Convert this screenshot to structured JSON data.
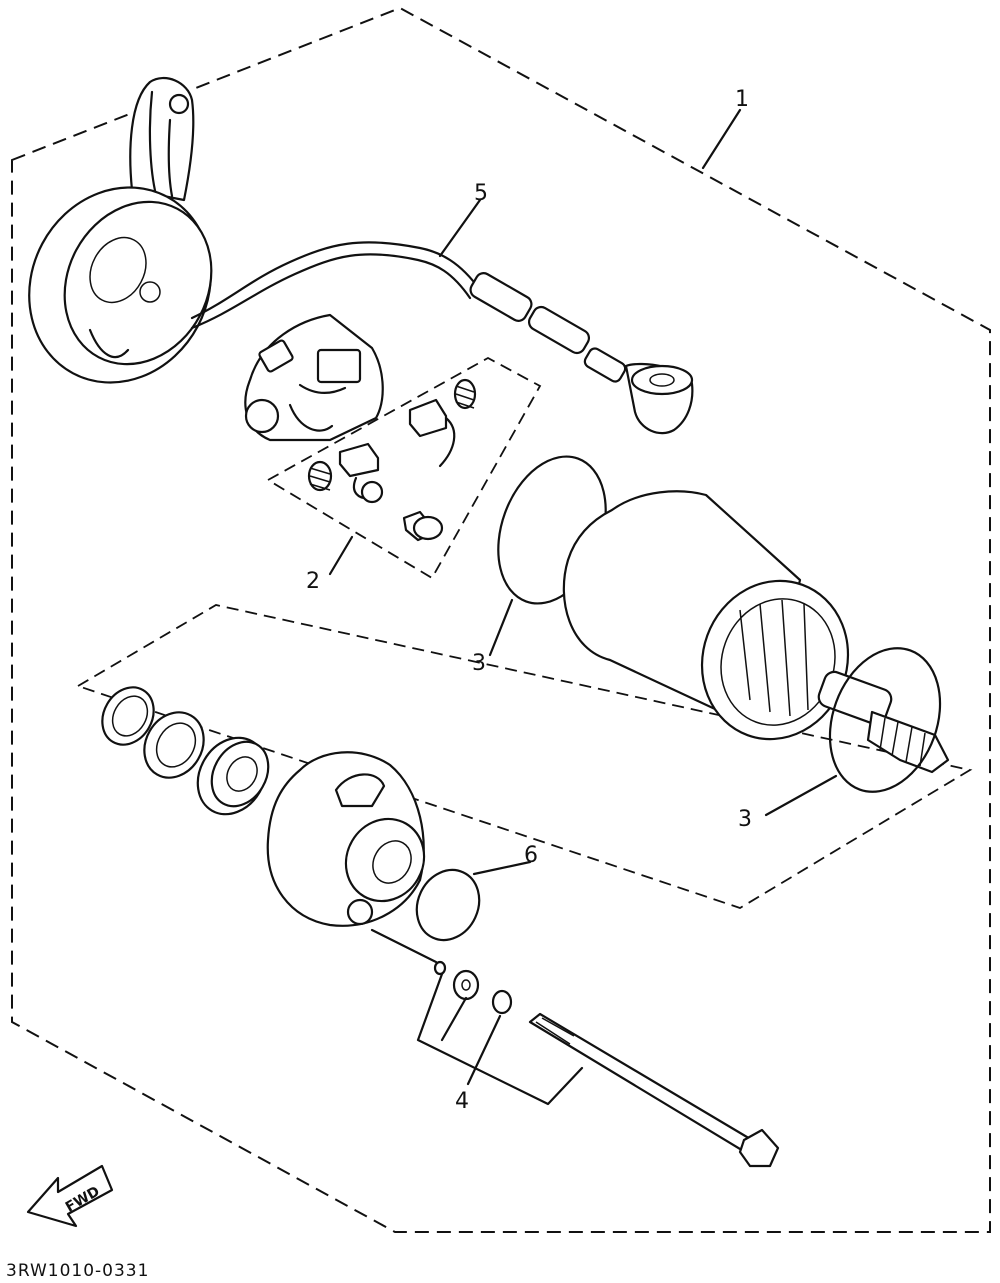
{
  "callouts": {
    "c1": "1",
    "c2": "2",
    "c3a": "3",
    "c3b": "3",
    "c4": "4",
    "c5": "5",
    "c6": "6"
  },
  "fwd_label": "FWD",
  "diagram_code": "3RW1010-0331",
  "icons": {
    "fwd": "fwd-arrow-icon"
  }
}
